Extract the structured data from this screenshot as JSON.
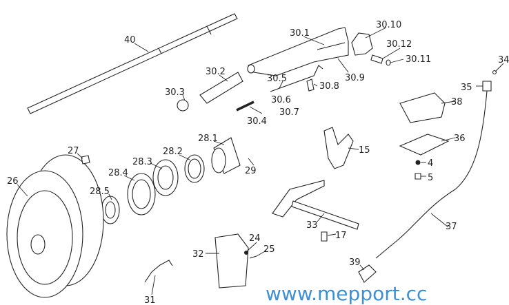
{
  "diagram": {
    "watermark": "www.mepport.cc",
    "labels": {
      "p40": "40",
      "p30_1": "30.1",
      "p30_10": "30.10",
      "p30_12": "30.12",
      "p30_11": "30.11",
      "p34": "34",
      "p35": "35",
      "p30_2": "30.2",
      "p30_5": "30.5",
      "p30_9": "30.9",
      "p30_8": "30.8",
      "p30_3": "30.3",
      "p30_6": "30.6",
      "p30_7": "30.7",
      "p30_4": "30.4",
      "p38": "38",
      "p28_1": "28.1",
      "p28_2": "28.2",
      "p28_3": "28.3",
      "p29": "29",
      "p15": "15",
      "p36": "36",
      "p27": "27",
      "p4": "4",
      "p5": "5",
      "p28_4": "28.4",
      "p26": "26",
      "p28_5": "28.5",
      "p33": "33",
      "p37": "37",
      "p17": "17",
      "p24": "24",
      "p25": "25",
      "p32": "32",
      "p39": "39",
      "p31": "31"
    }
  }
}
